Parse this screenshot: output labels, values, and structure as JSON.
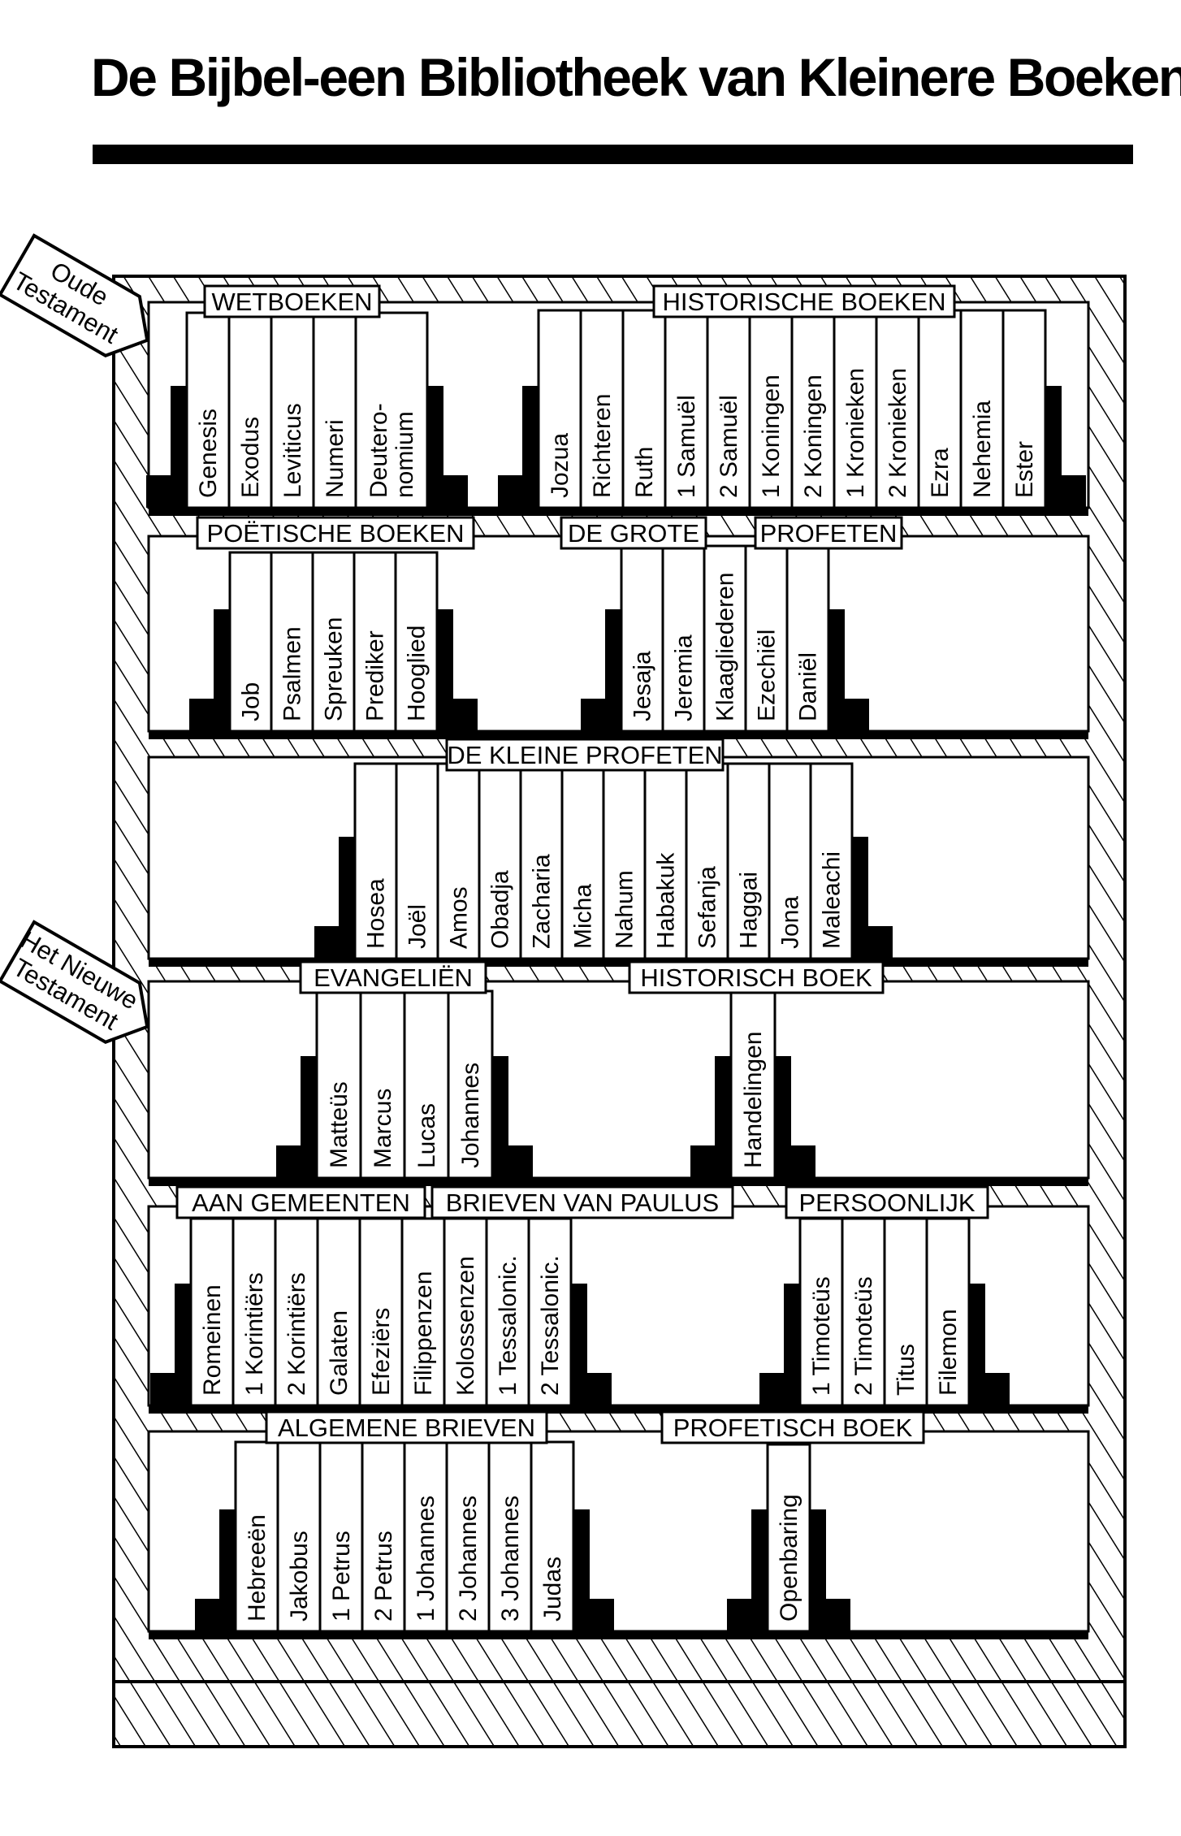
{
  "title": "De Bijbel-een Bibliotheek van Kleinere Boeken",
  "testaments": {
    "old": [
      "Oude",
      "Testament"
    ],
    "new": [
      "Het Nieuwe",
      "Testament"
    ]
  },
  "shelves": [
    {
      "categories": [
        "WETBOEKEN",
        "HISTORISCHE BOEKEN"
      ],
      "books": [
        "Genesis",
        "Exodus",
        "Leviticus",
        "Numeri",
        "Deutero-|nomium",
        "Jozua",
        "Richteren",
        "Ruth",
        "1 Samuël",
        "2 Samuël",
        "1 Koningen",
        "2 Koningen",
        "1 Kronieken",
        "2 Kronieken",
        "Ezra",
        "Nehemia",
        "Ester"
      ]
    },
    {
      "categories": [
        "POËTISCHE BOEKEN",
        "DE GROTE",
        "PROFETEN"
      ],
      "books": [
        "Job",
        "Psalmen",
        "Spreuken",
        "Prediker",
        "Hooglied",
        "Jesaja",
        "Jeremia",
        "Klaagliederen",
        "Ezechiël",
        "Daniël"
      ]
    },
    {
      "categories": [
        "DE KLEINE PROFETEN"
      ],
      "books": [
        "Hosea",
        "Joël",
        "Amos",
        "Obadja",
        "Zacharia",
        "Micha",
        "Nahum",
        "Habakuk",
        "Sefanja",
        "Haggai",
        "Jona",
        "Maleachi"
      ]
    },
    {
      "categories": [
        "EVANGELIËN",
        "HISTORISCH BOEK"
      ],
      "books": [
        "Matteüs",
        "Marcus",
        "Lucas",
        "Johannes",
        "Handelingen"
      ]
    },
    {
      "categories": [
        "AAN GEMEENTEN",
        "BRIEVEN VAN PAULUS",
        "PERSOONLIJK"
      ],
      "books": [
        "Romeinen",
        "1 Korintiërs",
        "2 Korintiërs",
        "Galaten",
        "Efeziërs",
        "Filippenzen",
        "Kolossenzen",
        "1 Tessalonic.",
        "2 Tessalonic.",
        "1 Timoteüs",
        "2 Timoteüs",
        "Titus",
        "Filemon"
      ]
    },
    {
      "categories": [
        "ALGEMENE BRIEVEN",
        "PROFETISCH BOEK"
      ],
      "books": [
        "Hebreeën",
        "Jakobus",
        "1 Petrus",
        "2 Petrus",
        "1 Johannes",
        "2 Johannes",
        "3 Johannes",
        "Judas",
        "Openbaring"
      ]
    }
  ]
}
